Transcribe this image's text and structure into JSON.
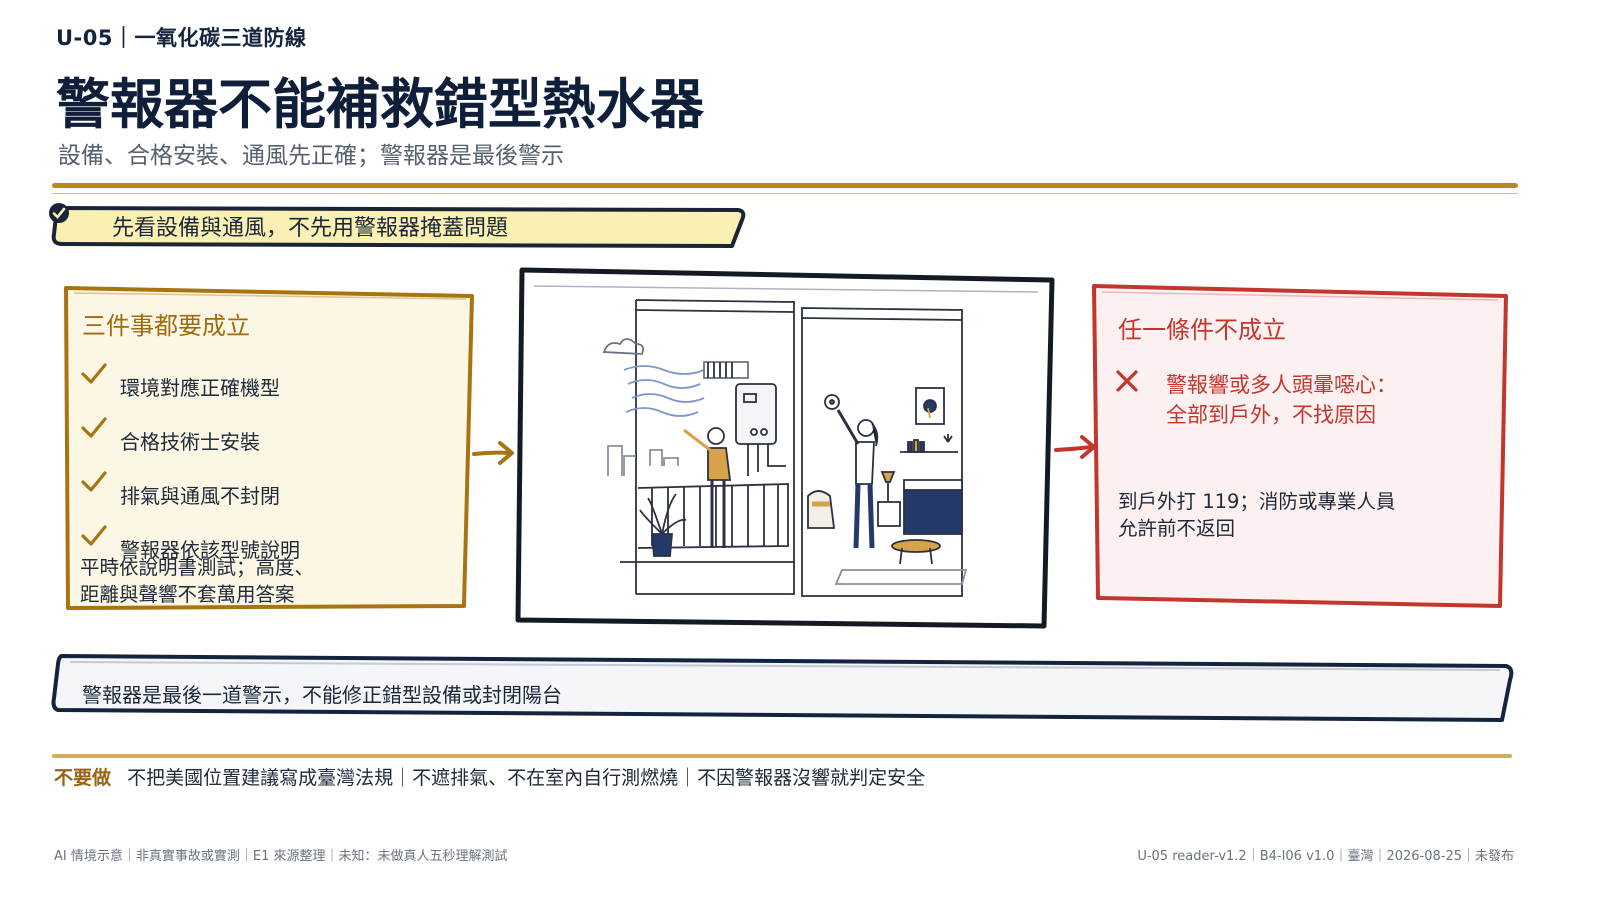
{
  "header": {
    "unit_label": "U-05｜一氧化碳三道防線",
    "title": "警報器不能補救錯型熱水器",
    "subtitle": "設備、合格安裝、通風先正確；警報器是最後警示"
  },
  "callout": {
    "text": "先看設備與通風，不先用警報器掩蓋問題",
    "icon": "check-badge-icon"
  },
  "left_card": {
    "title": "三件事都要成立",
    "items": [
      "環境對應正確機型",
      "合格技術士安裝",
      "排氣與通風不封閉",
      "警報器依該型號說明"
    ],
    "note_line1": "平時依說明書測試；高度、",
    "note_line2": "距離與聲響不套萬用答案",
    "icon": "checkmark-icon"
  },
  "right_card": {
    "title": "任一條件不成立",
    "warning_line1": "警報響或多人頭暈噁心：",
    "warning_line2": "全部到戶外，不找原因",
    "action_line1": "到戶外打 119；消防或專業人員",
    "action_line2": "允許前不返回",
    "icon": "cross-icon"
  },
  "banner": {
    "text": "警報器是最後一道警示，不能修正錯型設備或封閉陽台"
  },
  "dont": {
    "label": "不要做",
    "text": "不把美國位置建議寫成臺灣法規｜不遮排氣、不在室內自行測燃燒｜不因警報器沒響就判定安全"
  },
  "footer": {
    "left": "AI 情境示意｜非真實事故或實測｜E1 來源整理｜未知：未做真人五秒理解測試",
    "right": "U-05 reader-v1.2｜B4-I06 v1.0｜臺灣｜2026-08-25｜未發布"
  },
  "colors": {
    "gold": "#b88920",
    "navy": "#14233e",
    "red": "#c2362e",
    "callout_fill": "#faf0b4",
    "left_fill": "#fcf7e4",
    "right_fill": "#fdf0f0",
    "banner_fill": "#f4f6fa"
  }
}
